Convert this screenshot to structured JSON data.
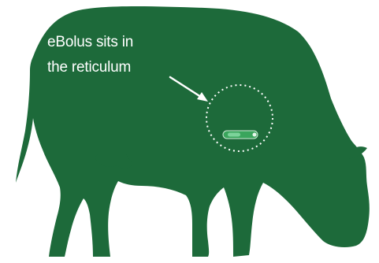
{
  "diagram": {
    "caption_lines": [
      "eBolus sits in",
      "the reticulum"
    ],
    "colors": {
      "cow_body": "#1d6a3a",
      "background": "#ffffff",
      "annotation": "#ffffff",
      "bolus_device": "#3aa55c"
    },
    "icons": [
      "cow-silhouette",
      "arrow-icon",
      "reticulum-circle",
      "bolus-device-icon"
    ]
  }
}
